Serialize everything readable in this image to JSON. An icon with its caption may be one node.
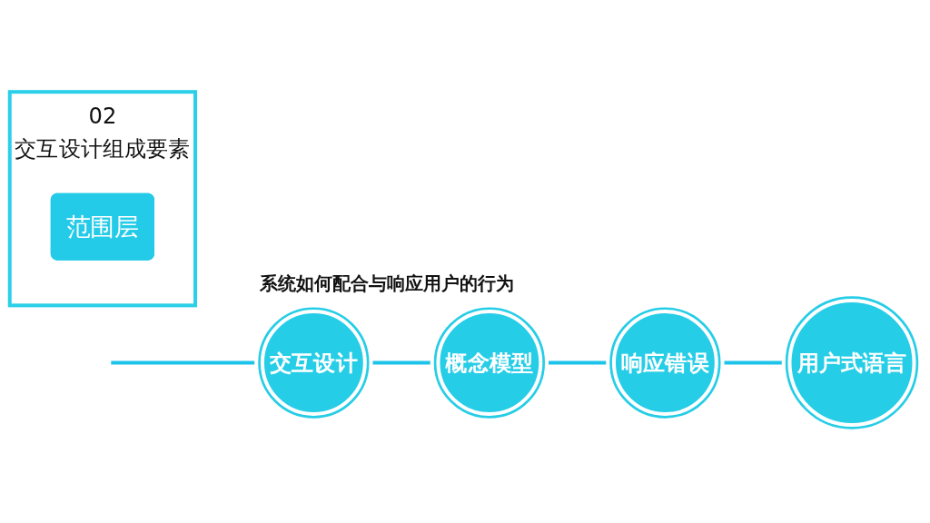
{
  "diagram": {
    "nodes": [
      {
        "text": [
          "02",
          "交互设计组成要素"
        ]
      },
      {
        "text": [
          "范围层"
        ],
        "in": 0
      },
      {
        "text": [
          "交互设计"
        ],
        "beside": [
          "系统如何配合与响应用户的行为"
        ]
      },
      {
        "text": [
          "概念模型"
        ]
      },
      {
        "text": [
          "响应错误"
        ]
      },
      {
        "text": [
          "用户式语言"
        ]
      }
    ],
    "edges": [
      {
        "from": null,
        "to": 2,
        "arrow": "none"
      },
      {
        "from": 2,
        "to": 3,
        "arrow": "none"
      },
      {
        "from": 3,
        "to": 4,
        "arrow": "none"
      },
      {
        "from": 4,
        "to": 5,
        "arrow": "none"
      }
    ]
  }
}
